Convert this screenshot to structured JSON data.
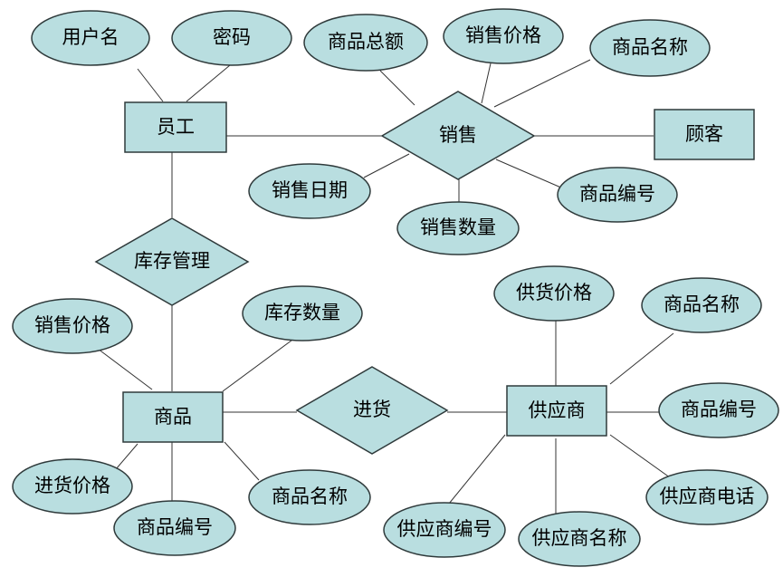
{
  "entities": {
    "employee": "员工",
    "customer": "顾客",
    "product": "商品",
    "supplier": "供应商"
  },
  "relationships": {
    "sales": "销售",
    "inventory_mgmt": "库存管理",
    "purchase": "进货"
  },
  "attributes": {
    "employee": {
      "username": "用户名",
      "password": "密码"
    },
    "sales": {
      "total_amount": "商品总额",
      "sale_price": "销售价格",
      "product_name": "商品名称",
      "sale_date": "销售日期",
      "sale_quantity": "销售数量",
      "product_code": "商品编号"
    },
    "product": {
      "sale_price": "销售价格",
      "stock_quantity": "库存数量",
      "purchase_price": "进货价格",
      "product_code": "商品编号",
      "product_name": "商品名称"
    },
    "supplier": {
      "supply_price": "供货价格",
      "product_name": "商品名称",
      "product_code": "商品编号",
      "supplier_phone": "供应商电话",
      "supplier_code": "供应商编号",
      "supplier_name": "供应商名称"
    }
  },
  "colors": {
    "fill": "#b9dee0",
    "stroke": "#2f3a3b",
    "line": "#333333"
  }
}
